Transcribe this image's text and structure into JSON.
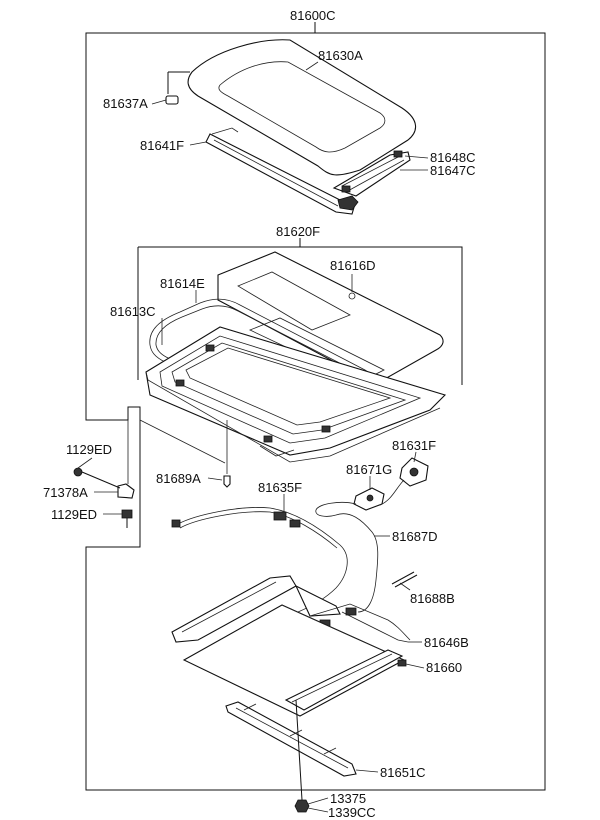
{
  "diagram": {
    "labels": {
      "assembly": "81600C",
      "glass": "81630A",
      "clip": "81637A",
      "deflector": "81641F",
      "bracket_upper": "81648C",
      "bracket_lower": "81647C",
      "frame_assy": "81620F",
      "drip_panel": "81616D",
      "weatherstrip": "81614E",
      "frame_seal": "81613C",
      "bolt_upper": "1129ED",
      "bracket_side": "71378A",
      "bolt_lower": "1129ED",
      "drain_clip": "81689A",
      "motor": "81631F",
      "relay": "81671G",
      "cable_front": "81635F",
      "harness": "81687D",
      "drain_hose": "81688B",
      "cable_rear": "81646B",
      "sunshade": "81660",
      "rail": "81651C",
      "nut": "13375",
      "screw": "1339CC"
    }
  }
}
